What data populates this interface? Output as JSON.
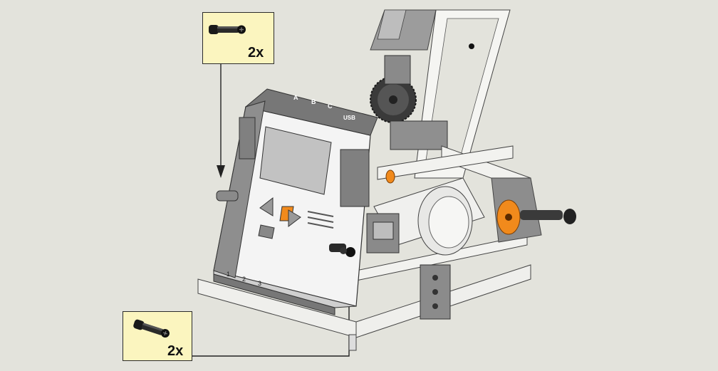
{
  "colors": {
    "background": "#e3e3dc",
    "callout_fill": "#fbf5bf",
    "callout_border": "#2b2b2b",
    "beam_light": "#f2f2f0",
    "beam_mid": "#9a9a9a",
    "beam_dark": "#5e5e5e",
    "accent_orange": "#f18a1c",
    "brick_white": "#f4f4f4"
  },
  "brick": {
    "port_labels": [
      "A",
      "B",
      "C",
      "USB"
    ],
    "sensor_ports": [
      "1",
      "2",
      "3"
    ]
  },
  "callouts": [
    {
      "id": "top",
      "part_icon": "axle-pin-icon",
      "quantity": "2x"
    },
    {
      "id": "bottom",
      "part_icon": "axle-pin-icon",
      "quantity": "2x"
    }
  ]
}
